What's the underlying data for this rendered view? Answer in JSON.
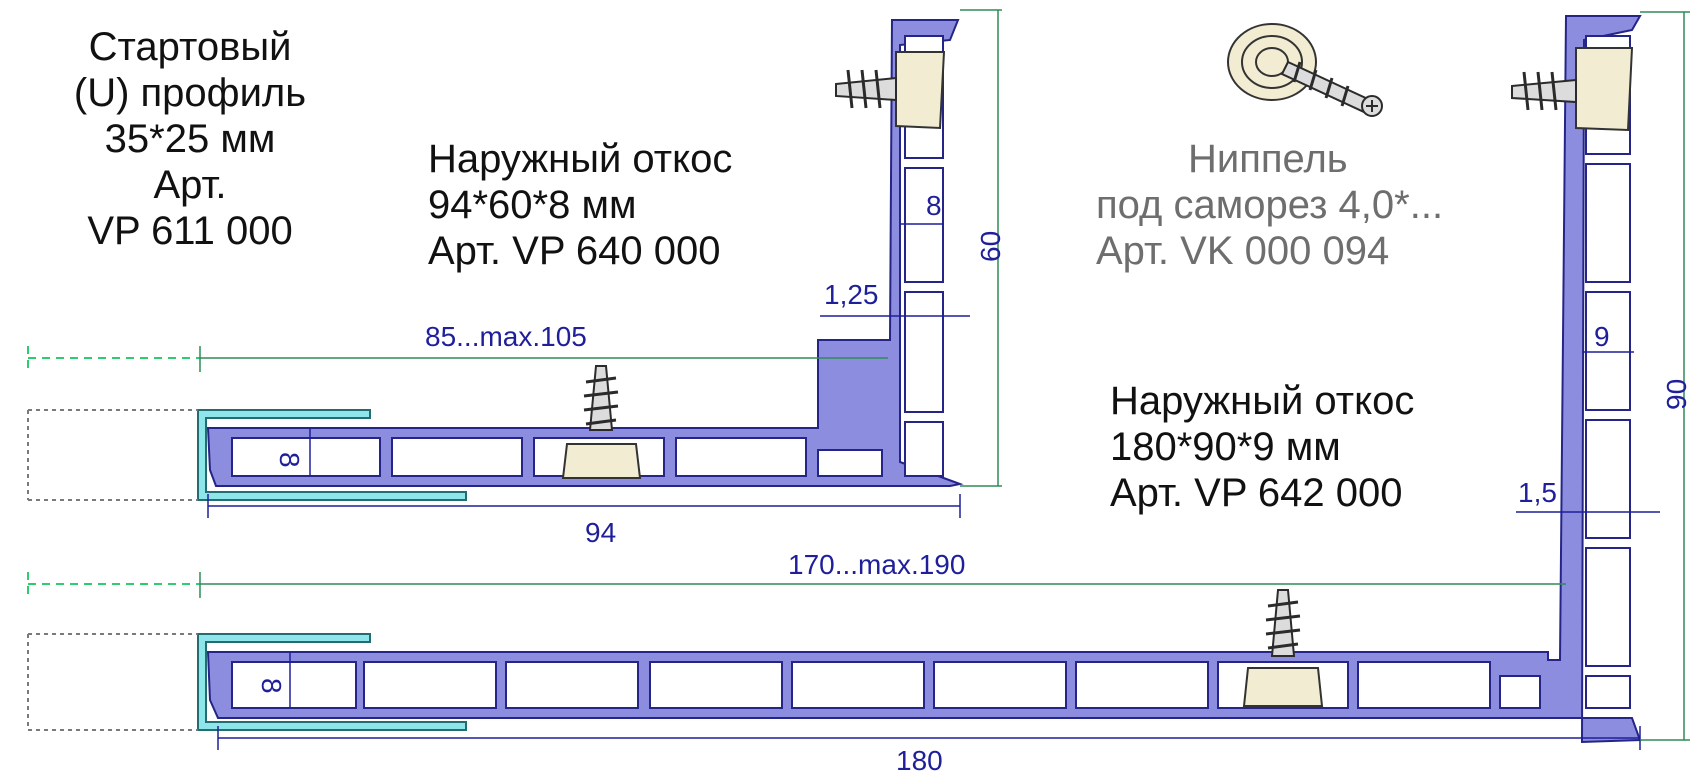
{
  "labels": {
    "u_profile": {
      "line1": "Стартовый",
      "line2": "(U) профиль",
      "line3": "35*25 мм",
      "line4": "Арт.",
      "line5": "VP 611 000"
    },
    "slope_small": {
      "line1": "Наружный откос",
      "line2": "94*60*8 мм",
      "line3": "Арт. VP 640 000"
    },
    "nipple": {
      "line1": "Ниппель",
      "line2": "под саморез 4,0*...",
      "line3": "Арт. VK 000 094"
    },
    "slope_large": {
      "line1": "Наружный откос",
      "line2": "180*90*9 мм",
      "line3": "Арт. VP 642 000"
    }
  },
  "dimensions": {
    "small": {
      "wall_8": "8",
      "height_60": "60",
      "wall_125": "1,25",
      "span": "85...max.105",
      "base_8": "8",
      "width_94": "94"
    },
    "large": {
      "wall_9": "9",
      "height_90": "90",
      "wall_15": "1,5",
      "span": "170...max.190",
      "base_8": "8",
      "width_180": "180"
    }
  },
  "colors": {
    "profile_stroke": "#252587",
    "profile_fill": "#8d8de0",
    "dimension_text": "#1f1f9a",
    "dimension_line": "#2e8b57",
    "u_profile": "#8fe6ea",
    "nipple": "#f1ecd2"
  }
}
